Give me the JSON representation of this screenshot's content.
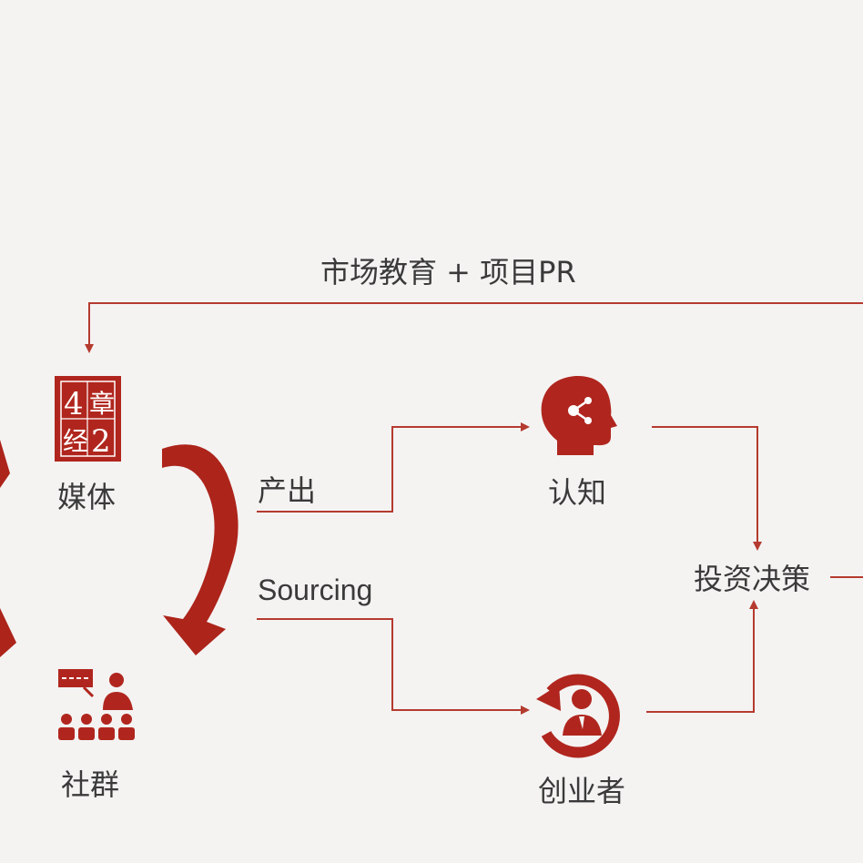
{
  "top_label": "市场教育 + 项目PR",
  "nodes": {
    "media": {
      "label": "媒体",
      "icon": "seal-logo-icon",
      "logo_chars": [
        "4",
        "章",
        "经",
        "2"
      ]
    },
    "community": {
      "label": "社群",
      "icon": "audience-presentation-icon"
    },
    "cognition": {
      "label": "认知",
      "icon": "head-network-icon"
    },
    "investment": {
      "label": "投资决策"
    },
    "entrepreneur": {
      "label": "创业者",
      "icon": "person-refresh-icon"
    }
  },
  "edges": {
    "output": {
      "label": "产出"
    },
    "sourcing": {
      "label": "Sourcing"
    }
  },
  "colors": {
    "accent": "#b0261e",
    "line": "#b53a2f",
    "text": "#3a3a3a",
    "background": "#f4f3f2"
  }
}
